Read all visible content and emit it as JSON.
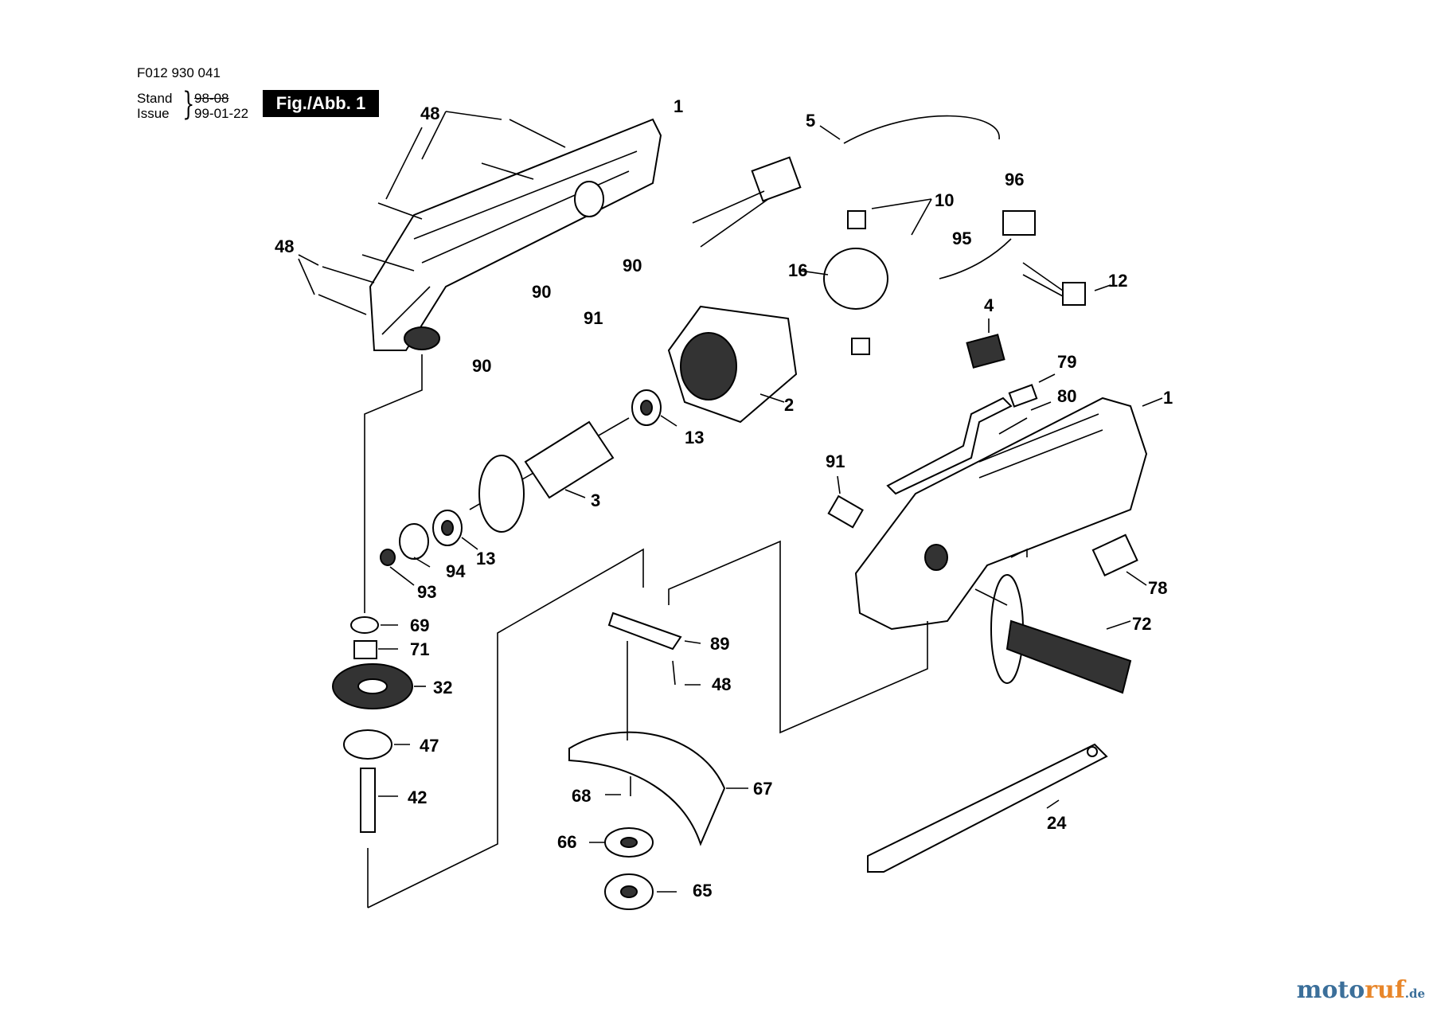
{
  "header": {
    "figure_number": "F012 930 041",
    "stand_label": "Stand",
    "issue_label": "Issue",
    "stand_value": "98-08",
    "issue_value": "99-01-22",
    "figure_title": "Fig./Abb. 1"
  },
  "callouts": [
    "48",
    "1",
    "5",
    "96",
    "10",
    "95",
    "12",
    "48",
    "90",
    "16",
    "90",
    "91",
    "4",
    "90",
    "79",
    "80",
    "1",
    "2",
    "13",
    "3",
    "91",
    "13",
    "94",
    "93",
    "78",
    "72",
    "89",
    "69",
    "71",
    "48",
    "32",
    "47",
    "42",
    "67",
    "68",
    "24",
    "66",
    "65"
  ],
  "watermark": {
    "main_a": "moto",
    "main_b": "ruf",
    "suffix": ".de"
  }
}
